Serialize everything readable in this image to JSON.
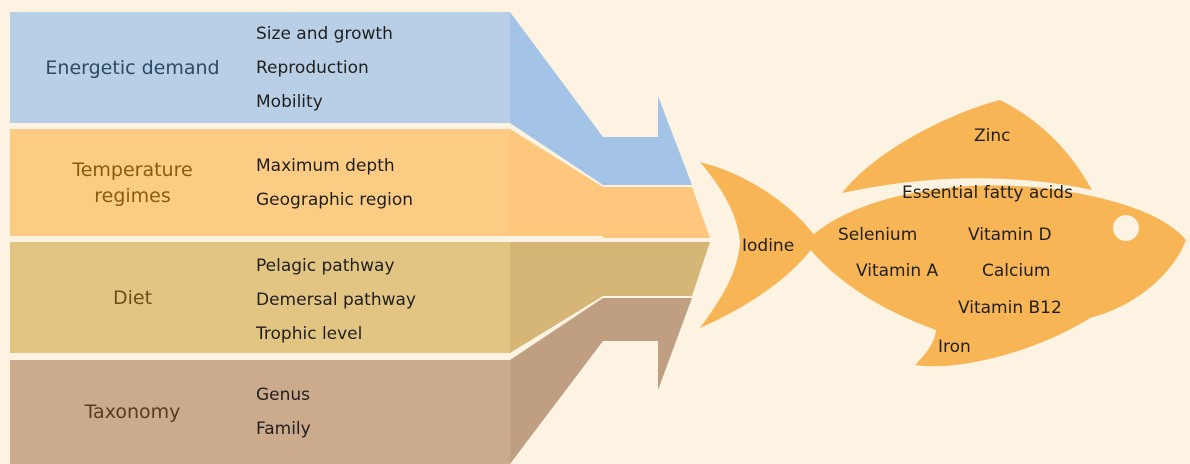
{
  "factors": [
    {
      "label_lines": [
        "Energetic demand"
      ],
      "items": [
        "Size and growth",
        "Reproduction",
        "Mobility"
      ],
      "band_color": "#b9cfe5",
      "wedge_color": "#a3c4e6",
      "text_color": "#2c4a66"
    },
    {
      "label_lines": [
        "Temperature",
        "regimes"
      ],
      "items": [
        "Maximum depth",
        "Geographic region"
      ],
      "band_color": "#fccc85",
      "wedge_color": "#fdc77d",
      "text_color": "#8a5a12"
    },
    {
      "label_lines": [
        "Diet"
      ],
      "items": [
        "Pelagic pathway",
        "Demersal pathway",
        "Trophic level"
      ],
      "band_color": "#e3c583",
      "wedge_color": "#d6b676",
      "text_color": "#6b4f12"
    },
    {
      "label_lines": [
        "Taxonomy"
      ],
      "items": [
        "Genus",
        "Family"
      ],
      "band_color": "#ccab8c",
      "wedge_color": "#bf9e82",
      "text_color": "#5a3a1e"
    }
  ],
  "fish": {
    "color": "#f8b555",
    "nutrients": [
      "Zinc",
      "Essential fatty acids",
      "Iodine",
      "Selenium",
      "Vitamin D",
      "Vitamin A",
      "Calcium",
      "Vitamin B12",
      "Iron"
    ]
  }
}
